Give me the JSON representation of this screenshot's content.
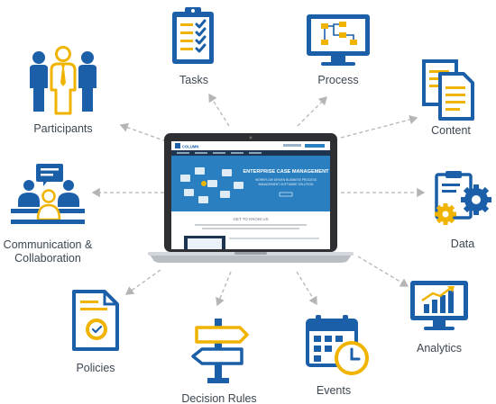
{
  "colors": {
    "blue": "#1b5fa8",
    "gold": "#f0b400",
    "arrow": "#b5b5b5",
    "label": "#3c4650",
    "screen_blue": "#2a7fc0"
  },
  "center": {
    "device": "laptop",
    "screen": {
      "brand": "COLUMN",
      "hero_title": "ENTERPRISE CASE MANAGEMENT",
      "hero_subtitle_line1": "WORKFLOW DRIVEN BUSINESS PROCESS",
      "hero_subtitle_line2": "MANAGEMENT SOFTWARE SOLUTION",
      "section_title": "GET TO KNOW US"
    }
  },
  "nodes": {
    "tasks": {
      "label": "Tasks",
      "icon": "clipboard-checklist-icon"
    },
    "process": {
      "label": "Process",
      "icon": "flowchart-monitor-icon"
    },
    "content": {
      "label": "Content",
      "icon": "documents-icon"
    },
    "participants": {
      "label": "Participants",
      "icon": "people-group-icon"
    },
    "communication": {
      "label_line1": "Communication &",
      "label_line2": "Collaboration",
      "icon": "meeting-icon"
    },
    "data": {
      "label": "Data",
      "icon": "data-gears-icon"
    },
    "policies": {
      "label": "Policies",
      "icon": "certificate-document-icon"
    },
    "decision_rules": {
      "label": "Decision Rules",
      "icon": "signpost-icon"
    },
    "events": {
      "label": "Events",
      "icon": "calendar-clock-icon"
    },
    "analytics": {
      "label": "Analytics",
      "icon": "analytics-monitor-icon"
    }
  }
}
